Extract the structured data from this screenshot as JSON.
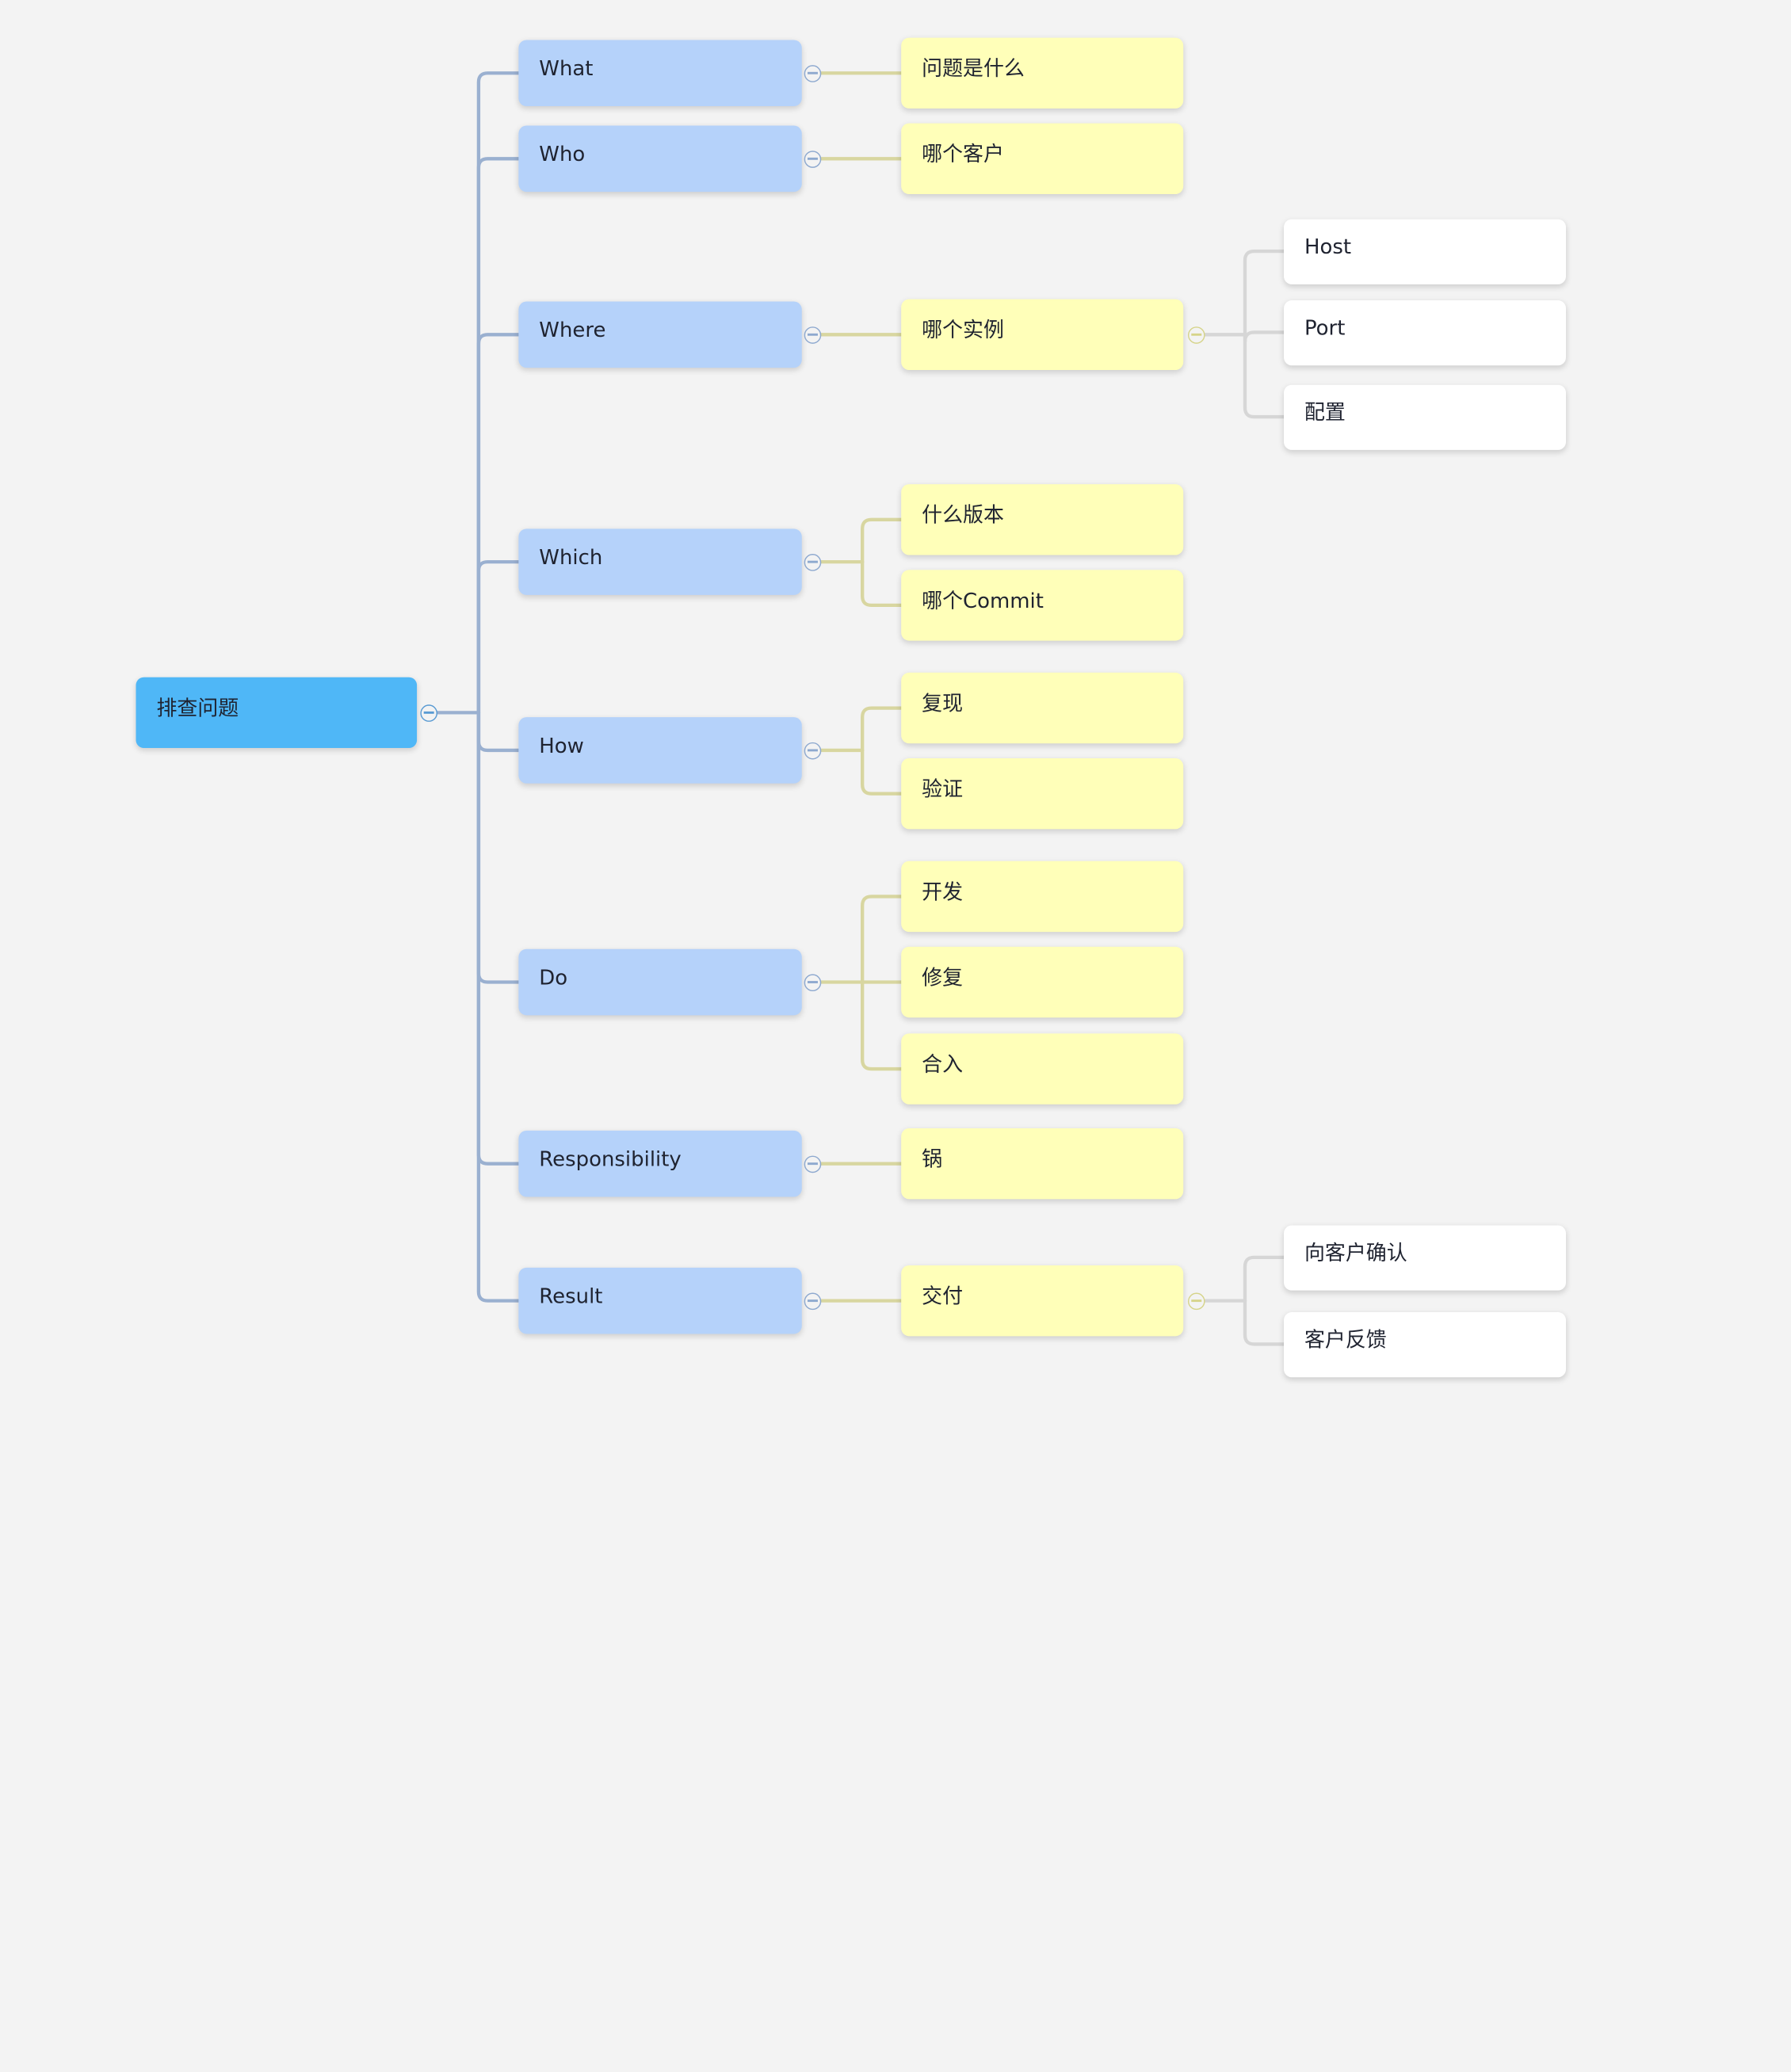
{
  "colors": {
    "root_fill": "#4fb7f7",
    "level1_fill": "#b5d2fa",
    "level2_fill": "#ffffb9",
    "level3_fill": "#ffffff",
    "level1_line": "#9ab0d0",
    "level2_line": "#d8d6a0",
    "level3_line": "#d6d6d6",
    "background": "#f3f3f3"
  },
  "toggle_icon": "collapse-minus-icon",
  "mindmap": {
    "root": {
      "label": "排查问题",
      "children": [
        {
          "label": "What",
          "children": [
            {
              "label": "问题是什么"
            }
          ]
        },
        {
          "label": "Who",
          "children": [
            {
              "label": "哪个客户"
            }
          ]
        },
        {
          "label": "Where",
          "children": [
            {
              "label": "哪个实例",
              "children": [
                {
                  "label": "Host"
                },
                {
                  "label": "Port"
                },
                {
                  "label": "配置"
                }
              ]
            }
          ]
        },
        {
          "label": "Which",
          "children": [
            {
              "label": "什么版本"
            },
            {
              "label": "哪个Commit"
            }
          ]
        },
        {
          "label": "How",
          "children": [
            {
              "label": "复现"
            },
            {
              "label": "验证"
            }
          ]
        },
        {
          "label": "Do",
          "children": [
            {
              "label": "开发"
            },
            {
              "label": "修复"
            },
            {
              "label": "合入"
            }
          ]
        },
        {
          "label": "Responsibility",
          "children": [
            {
              "label": "锅"
            }
          ]
        },
        {
          "label": "Result",
          "children": [
            {
              "label": "交付",
              "children": [
                {
                  "label": "向客户确认"
                },
                {
                  "label": "客户反馈"
                }
              ]
            }
          ]
        }
      ]
    }
  }
}
